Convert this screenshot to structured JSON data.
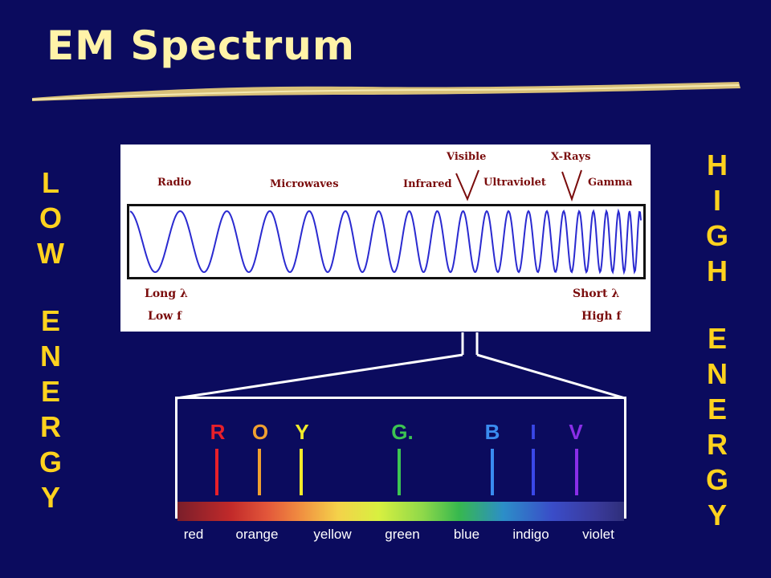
{
  "title": "EM Spectrum",
  "low_energy": {
    "word1": [
      "L",
      "O",
      "W"
    ],
    "word2": [
      "E",
      "N",
      "E",
      "R",
      "G",
      "Y"
    ]
  },
  "high_energy": {
    "word1": [
      "H",
      "I",
      "G",
      "H"
    ],
    "word2": [
      "E",
      "N",
      "E",
      "R",
      "G",
      "Y"
    ]
  },
  "spectrum": {
    "bands": {
      "radio": "Radio",
      "microwaves": "Microwaves",
      "infrared": "Infrared",
      "visible": "Visible",
      "ultraviolet": "Ultraviolet",
      "xrays": "X-Rays",
      "gamma": "Gamma"
    },
    "long_wavelength": "Long λ",
    "low_frequency": "Low f",
    "short_wavelength": "Short λ",
    "high_frequency": "High f"
  },
  "visible": {
    "letters": [
      {
        "text": "R",
        "color": "#e8202a"
      },
      {
        "text": "O",
        "color": "#f0a030"
      },
      {
        "text": "Y",
        "color": "#f2ea2a"
      },
      {
        "text": "G.",
        "color": "#3cc452"
      },
      {
        "text": "B",
        "color": "#3a8cf0"
      },
      {
        "text": "I",
        "color": "#3a48e8"
      },
      {
        "text": "V",
        "color": "#8a2ee8"
      }
    ],
    "names": [
      "red",
      "orange",
      "yellow",
      "green",
      "blue",
      "indigo",
      "violet"
    ]
  },
  "colors": {
    "title": "#fff3a8",
    "energy_text": "#ffd21e",
    "background": "#0b0b5e",
    "wave": "#2a2ad0",
    "band_text": "#7a0c0c"
  }
}
